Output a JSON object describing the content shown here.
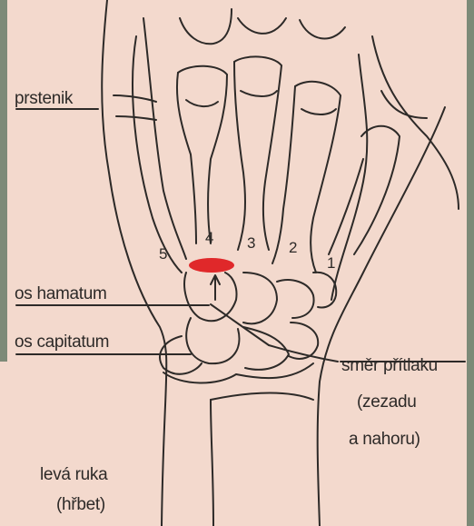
{
  "labels": {
    "prstenik": "prstenik",
    "os_hamatum": "os hamatum",
    "os_capitatum": "os capitatum",
    "smer_pritlaku": "směr přítlaku",
    "zezadu": "(zezadu",
    "a_nahoru": "a nahoru)",
    "leva_ruka": "levá ruka",
    "hrbet": "(hřbet)"
  },
  "finger_numbers": [
    "5",
    "4",
    "3",
    "2",
    "1"
  ],
  "colors": {
    "background_frame": "#7d8a78",
    "paper": "#f3d9cd",
    "ink": "#2d2a28",
    "highlight": "#e0282a"
  }
}
